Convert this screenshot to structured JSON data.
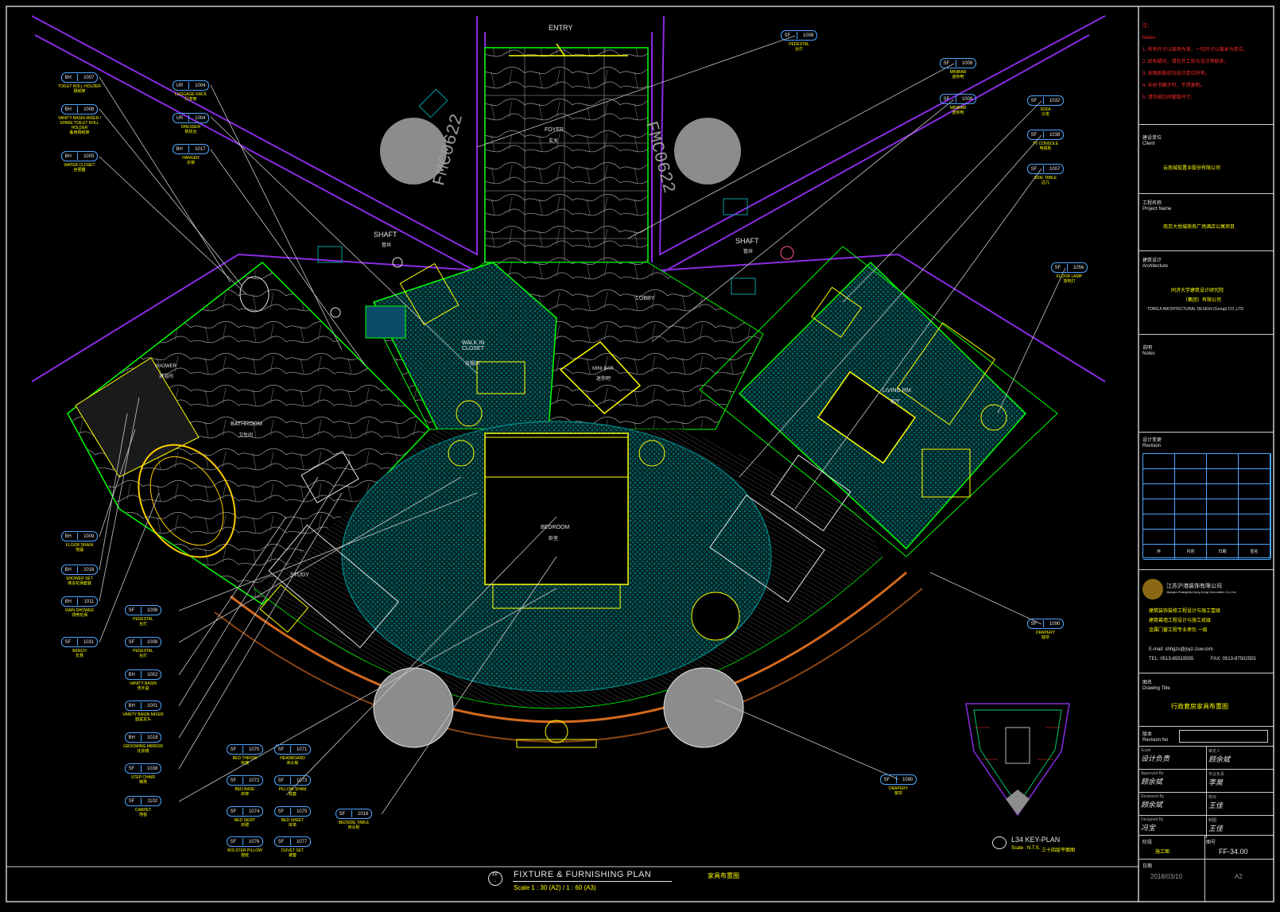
{
  "rooms": {
    "entry": "ENTRY",
    "foyer": "FOYER",
    "foyer_cn": "玄关",
    "lobby": "LOBBY",
    "walk_in_closet": "WALK IN CLOSET",
    "walk_in_closet_cn": "衣帽间",
    "mini_bar": "MINI BAR",
    "mini_bar_cn": "迷你吧",
    "bathroom": "BATHROOM",
    "bathroom_cn": "卫生间",
    "shower": "SHOWER",
    "shower_cn": "淋浴间",
    "bedroom": "BEDROOM",
    "bedroom_cn": "卧室",
    "living_rm": "LIVING RM",
    "living_rm_cn": "客厅",
    "study": "STUDY",
    "shaft": "SHAFT",
    "shaft_cn": "管井",
    "fmc": "FMC0622"
  },
  "callouts_left": [
    {
      "code": "BH",
      "num": "1007",
      "label": "TOILET ROLL HOLDER",
      "cn": "厕纸架"
    },
    {
      "code": "BH",
      "num": "1008",
      "label": "VANITY BASIN MIXER / SPARE TOILET ROLL HOLDER",
      "cn": "备用厕纸架"
    },
    {
      "code": "BH",
      "num": "1005",
      "label": "WATER CLOSET",
      "cn": "坐便器"
    },
    {
      "code": "BH",
      "num": "1009",
      "label": "FLOOR DRAIN",
      "cn": "地漏"
    },
    {
      "code": "BH",
      "num": "1016",
      "label": "SHOWER SET",
      "cn": "淋浴花洒套装"
    },
    {
      "code": "BH",
      "num": "1011",
      "label": "RAIN SHOWER",
      "cn": "顶喷花洒"
    },
    {
      "code": "SF",
      "num": "1031",
      "label": "BENCH",
      "cn": "长凳"
    }
  ],
  "callouts_top": [
    {
      "code": "UR",
      "num": "1004",
      "label": "LUGGAGE RACK",
      "cn": "行李架"
    },
    {
      "code": "UR",
      "num": "1004",
      "label": "DRESSER",
      "cn": "梳妆台"
    },
    {
      "code": "BH",
      "num": "1017",
      "label": "HANGER",
      "cn": "衣架"
    }
  ],
  "callouts_bottom_left": [
    {
      "code": "SF",
      "num": "1008",
      "label": "PEDESTAL",
      "cn": "台灯"
    },
    {
      "code": "SF",
      "num": "1008",
      "label": "PEDESTAL",
      "cn": "台灯"
    },
    {
      "code": "BH",
      "num": "1002",
      "label": "VANITY BASIN",
      "cn": "洗手盆"
    },
    {
      "code": "BH",
      "num": "1001",
      "label": "VANITY BASIN MIXER",
      "cn": "面盆龙头"
    },
    {
      "code": "BH",
      "num": "1018",
      "label": "GROOMING MIRROR",
      "cn": "化妆镜"
    },
    {
      "code": "SF",
      "num": "1038",
      "label": "STEP CHAIR",
      "cn": "梯凳"
    },
    {
      "code": "SF",
      "num": "1102",
      "label": "CARPET",
      "cn": "地毯"
    }
  ],
  "callouts_grid": [
    {
      "code": "SF",
      "num": "1070",
      "label": "BED THROW",
      "cn": "床旗"
    },
    {
      "code": "SF",
      "num": "1071",
      "label": "HEADBOARD",
      "cn": "床头板"
    },
    {
      "code": "SF",
      "num": "1072",
      "label": "BED BASE",
      "cn": "床架"
    },
    {
      "code": "SF",
      "num": "1073",
      "label": "PILLOW SHAM",
      "cn": "枕套"
    },
    {
      "code": "SF",
      "num": "1074",
      "label": "BED SKIRT",
      "cn": "床裙"
    },
    {
      "code": "SF",
      "num": "1075",
      "label": "BED SHEET",
      "cn": "床单"
    },
    {
      "code": "SF",
      "num": "1076",
      "label": "BOLSTER PILLOW",
      "cn": "抱枕"
    },
    {
      "code": "SF",
      "num": "1077",
      "label": "DUVET SET",
      "cn": "被套"
    }
  ],
  "callout_center": {
    "code": "SF",
    "num": "1016",
    "label": "BEDSIDE TABLE",
    "cn": "床头柜"
  },
  "callouts_right": [
    {
      "code": "SF",
      "num": "1008",
      "label": "PEDESTAL",
      "cn": "台灯"
    },
    {
      "code": "SF",
      "num": "1008",
      "label": "MINIBAR",
      "cn": "迷你吧"
    },
    {
      "code": "SF",
      "num": "1008",
      "label": "MINIBAR",
      "cn": "迷你吧"
    },
    {
      "code": "SF",
      "num": "1032",
      "label": "SOFA",
      "cn": "沙发"
    },
    {
      "code": "SF",
      "num": "1038",
      "label": "TV CONSOLE",
      "cn": "电视柜"
    },
    {
      "code": "SF",
      "num": "1007",
      "label": "SIDE TABLE",
      "cn": "边几"
    },
    {
      "code": "SF",
      "num": "1056",
      "label": "FLOOR LAMP",
      "cn": "落地灯"
    },
    {
      "code": "SF",
      "num": "1090",
      "label": "DRAPERY",
      "cn": "窗帘"
    },
    {
      "code": "SF",
      "num": "1090",
      "label": "DRAPERY",
      "cn": "窗帘"
    }
  ],
  "key_plan": {
    "title": "L34 KEY-PLAN",
    "scale": "Scale : N.T.S.",
    "cn": "三十四层平面图"
  },
  "plan_title": {
    "title": "FIXTURE & FURNISHING PLAN",
    "cn": "家具布置图",
    "scale": "Scale 1 : 30 (A2) / 1 : 60 (A3)",
    "tag_top": "FF",
    "tag_bottom": "-"
  },
  "title_block": {
    "notes": [
      "注：",
      "Notes:",
      "1. 所有尺寸以现场为准，一切尺寸以毫米为单位。",
      "2. 如有疑问，请在开工前与设计师联系。",
      "3. 本图纸版权归设计单位所有。",
      "4. 未经书面许可，不得复制。",
      "5. 请勿按比例量取尺寸。"
    ],
    "client_label_cn": "建设单位",
    "client_label": "Client",
    "client": "云南城投置业股份有限公司",
    "project_label_cn": "工程名称",
    "project_label": "Project Name",
    "project": "南京大悦城商务广场酒店公寓项目",
    "arch_label_cn": "建筑设计",
    "arch_label": "Architecture",
    "arch_cn_1": "同济大学建筑设计研究院",
    "arch_cn_2": "（集团）有限公司",
    "arch_en": "TONGJI ARCHITECTURAL DESIGN (Group) CO.,LTD",
    "notes2_cn": "说明",
    "notes2": "Notes",
    "revision_cn": "设计变更",
    "revision": "Revision",
    "rev_cols": [
      "序",
      "内容",
      "日期",
      "签名"
    ],
    "company_cn": "江苏沪港装饰有限公司",
    "company_en": "Jiangsu Shanghai-Hong Kong Decoration Co.,Ltd",
    "company_lines": [
      "建筑装饰装修工程设计与施工壹级",
      "建筑幕墙工程设计与施工贰级",
      "金属门窗工程专业承包 一级"
    ],
    "email": "E-mail: shhgzs@jsyz-zsw.com",
    "tel": "TEL: 0513-85519555",
    "fax": "FAX: 0513-87502555",
    "drawing_title_cn": "图名",
    "drawing_title_label": "Drawing Title",
    "drawing_title": "行政套房家具布置图",
    "revision_no_cn": "版本",
    "revision_no": "Revision No",
    "sign_rows": [
      {
        "a_label": "Scale",
        "a_value": "设计负责",
        "b_label": "审定人",
        "b_value": "顾余斌"
      },
      {
        "a_label": "Approved By",
        "a_value": "顾余斌",
        "b_label": "专业负责",
        "b_value": "李昊"
      },
      {
        "a_label": "Reviewed By",
        "a_value": "顾余斌",
        "b_label": "校对",
        "b_value": "王佳"
      },
      {
        "a_label": "Designed By",
        "a_value": "冯宝",
        "b_label": "制图",
        "b_value": "王佳"
      }
    ],
    "stage_cn": "阶段",
    "stage_value": "施工图",
    "sheet_label": "图号",
    "sheet_no": "FF-34.00",
    "date_label": "日期",
    "date": "2018/03/10",
    "size": "A2"
  },
  "colors": {
    "background": "#000000",
    "wall_purple": "#8a2be2",
    "green": "#00ff00",
    "yellow": "#ffff00",
    "cyan": "#00cccc",
    "orange": "#d2691e",
    "white": "#e6e6e6",
    "circle_fill": "#8c8c8c"
  }
}
